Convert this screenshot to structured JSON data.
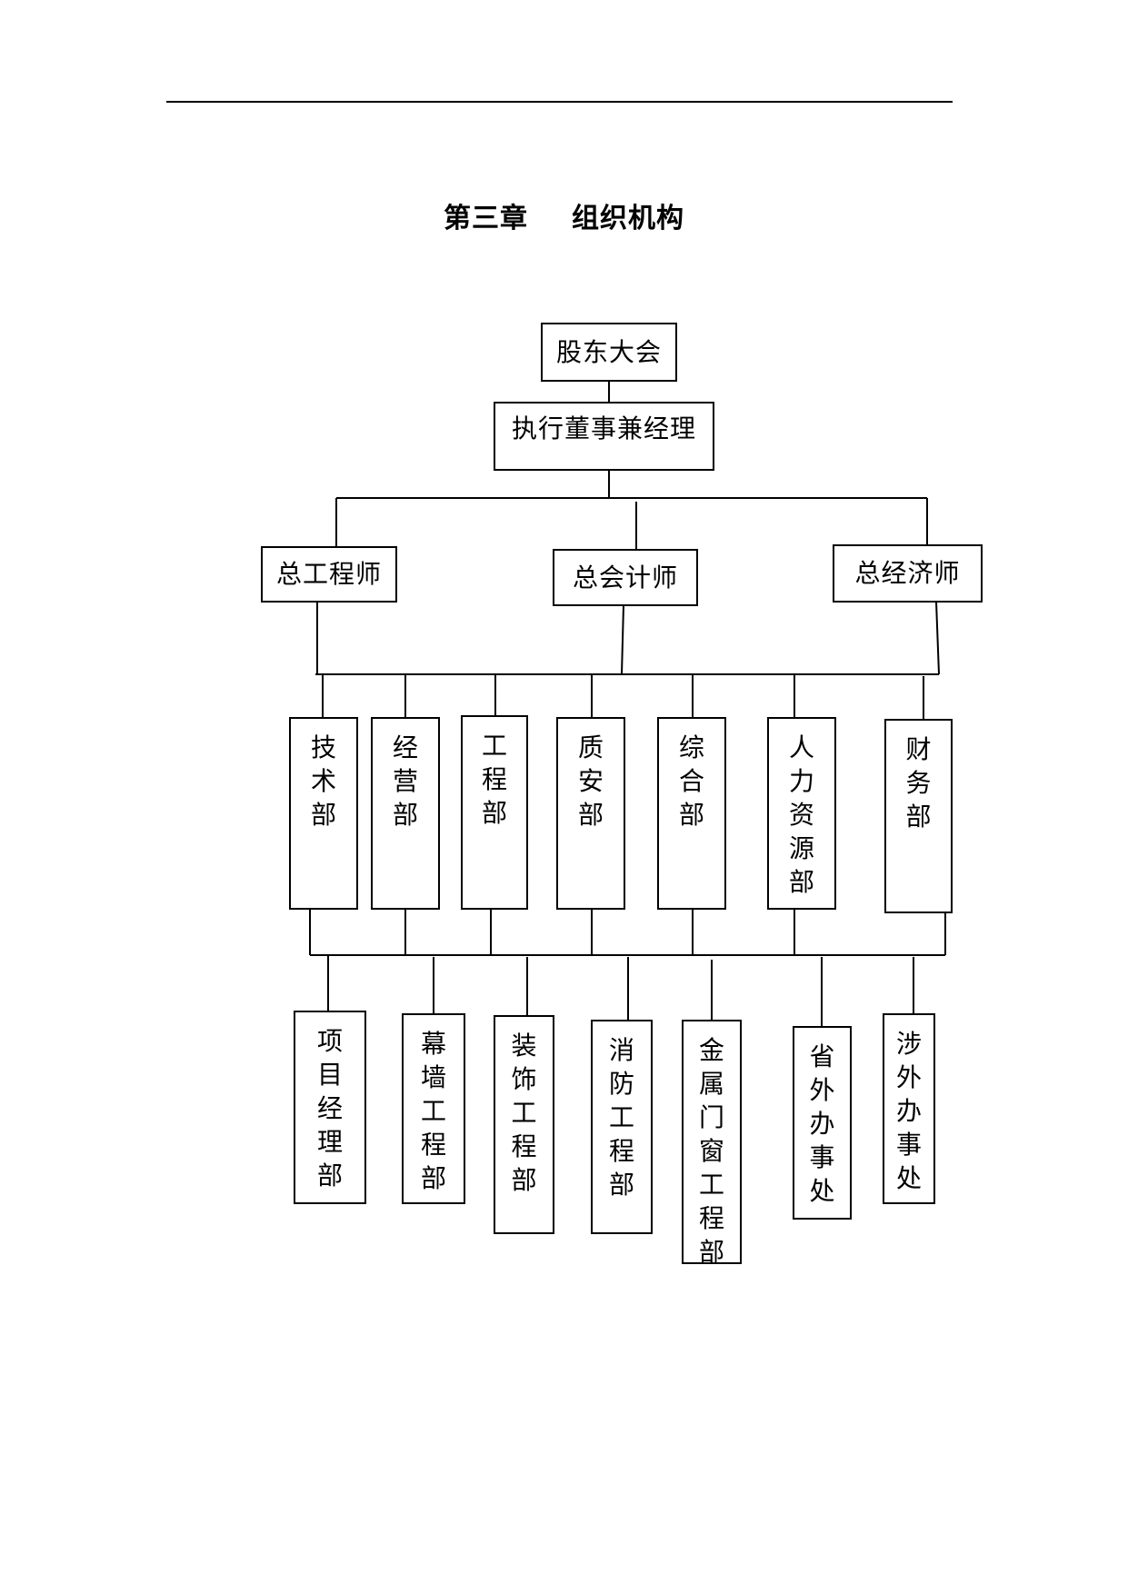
{
  "chapter": {
    "number": "第三章",
    "title": "组织机构"
  },
  "org_chart": {
    "top": "股东大会",
    "executive": "执行董事兼经理",
    "chiefs": [
      "总工程师",
      "总会计师",
      "总经济师"
    ],
    "departments": [
      "技术部",
      "经营部",
      "工程部",
      "质安部",
      "综合部",
      "人力资源部",
      "财务部"
    ],
    "divisions": [
      "项目经理部",
      "幕墙工程部",
      "装饰工程部",
      "消防工程部",
      "金属门窗工程部",
      "省外办事处",
      "涉外办事处"
    ]
  }
}
